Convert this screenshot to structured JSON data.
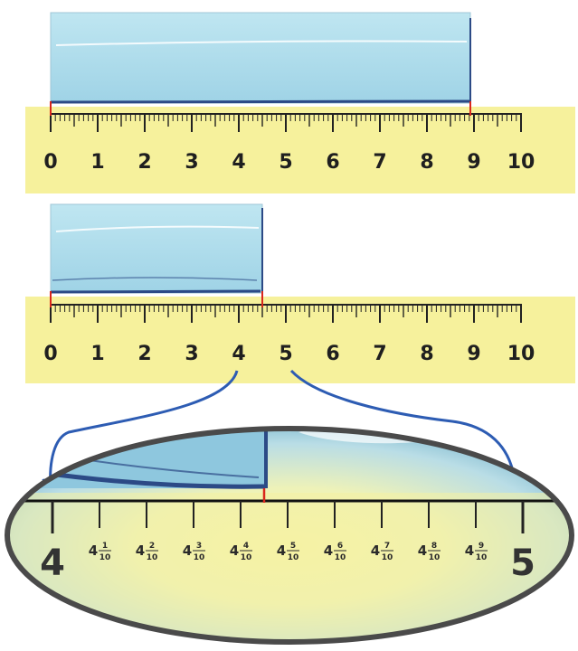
{
  "top_ruler": {
    "labels": [
      "0",
      "1",
      "2",
      "3",
      "4",
      "5",
      "6",
      "7",
      "8",
      "9",
      "10"
    ],
    "object_length": 9
  },
  "middle_ruler": {
    "labels": [
      "0",
      "1",
      "2",
      "3",
      "4",
      "5",
      "6",
      "7",
      "8",
      "9",
      "10"
    ],
    "object_length": 4.5
  },
  "magnifier": {
    "start_label": "4",
    "end_label": "5",
    "tenths": [
      {
        "whole": "4",
        "num": "1",
        "den": "10"
      },
      {
        "whole": "4",
        "num": "2",
        "den": "10"
      },
      {
        "whole": "4",
        "num": "3",
        "den": "10"
      },
      {
        "whole": "4",
        "num": "4",
        "den": "10"
      },
      {
        "whole": "4",
        "num": "5",
        "den": "10"
      },
      {
        "whole": "4",
        "num": "6",
        "den": "10"
      },
      {
        "whole": "4",
        "num": "7",
        "den": "10"
      },
      {
        "whole": "4",
        "num": "8",
        "den": "10"
      },
      {
        "whole": "4",
        "num": "9",
        "den": "10"
      }
    ]
  },
  "colors": {
    "ruler_yellow": "#f6f19c",
    "object_blue": "#a9d9e8",
    "object_edge": "#2c4a86",
    "arrow_blue": "#2d5cb3",
    "marker_red": "#d9261c"
  }
}
